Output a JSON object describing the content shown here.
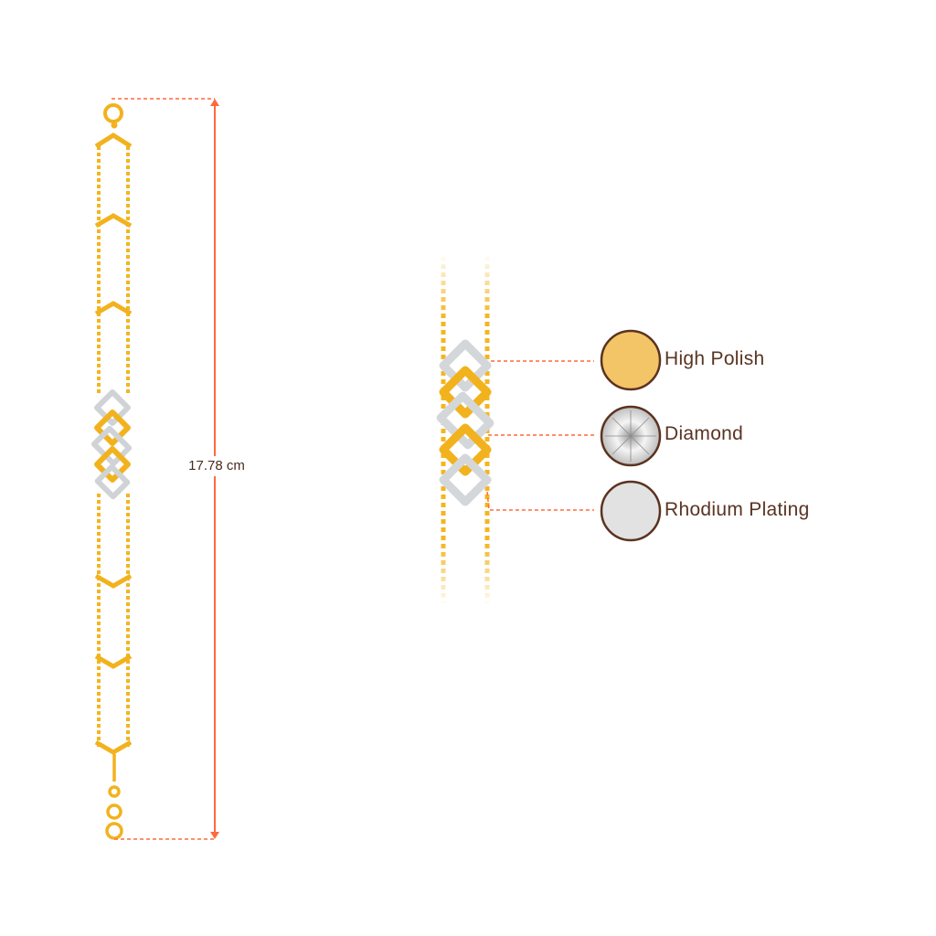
{
  "dimension": {
    "length_label": "17.78 cm"
  },
  "materials": [
    {
      "label": "High Polish",
      "swatch_color": "#f3c566"
    },
    {
      "label": "Diamond",
      "swatch_color": "#d8d8d8"
    },
    {
      "label": "Rhodium Plating",
      "swatch_color": "#e2e2e2"
    }
  ],
  "colors": {
    "accent": "#ff6a3d",
    "gold": "#f4b51f",
    "text": "#5a3422",
    "swatch_border": "#5b3320"
  }
}
